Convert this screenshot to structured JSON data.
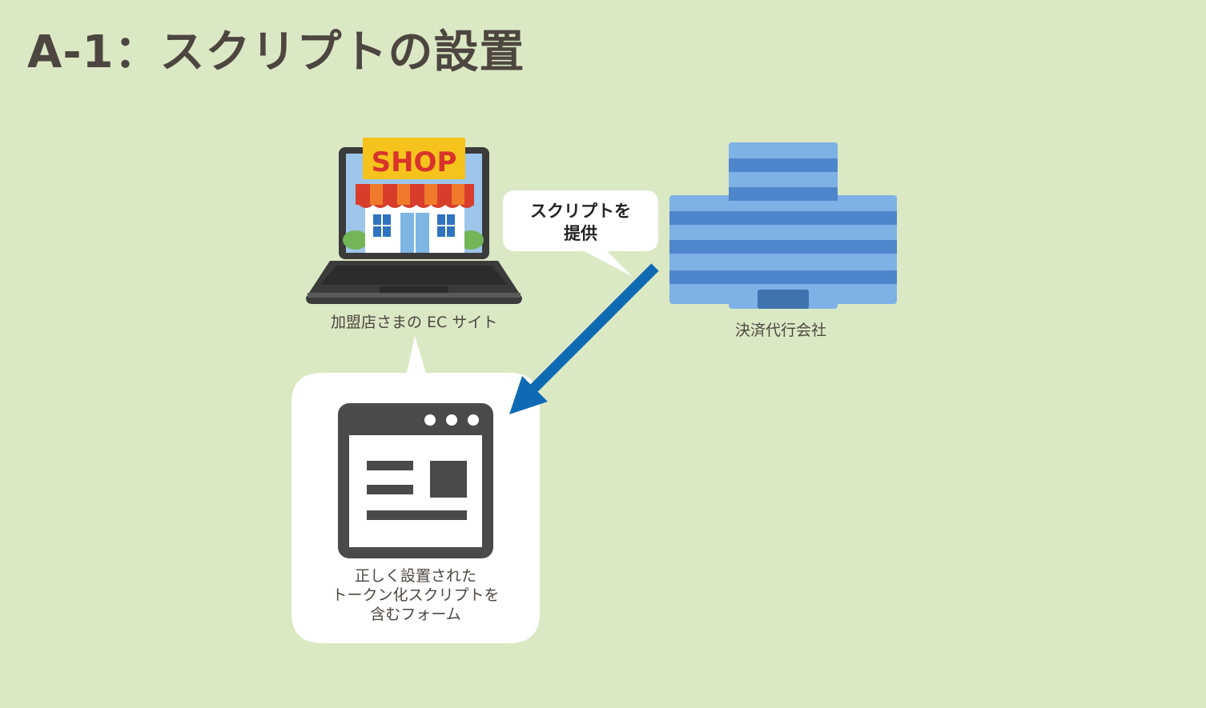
{
  "title": "A-1：スクリプトの設置",
  "shop": {
    "sign": "SHOP",
    "label": "加盟店さまの EC サイト"
  },
  "company": {
    "label": "決済代行会社"
  },
  "provide_bubble": {
    "line1": "スクリプトを",
    "line2": "提供"
  },
  "form_bubble": {
    "line1": "正しく設置された",
    "line2": "トークン化スクリプトを",
    "line3": "含むフォーム"
  },
  "colors": {
    "background": "#dbe8c4",
    "arrow": "#0f6ab4",
    "building": "#7eb1e5",
    "building_stripe": "#4e86cc",
    "text": "#4d4640",
    "form_icon": "#4a4a4a"
  }
}
